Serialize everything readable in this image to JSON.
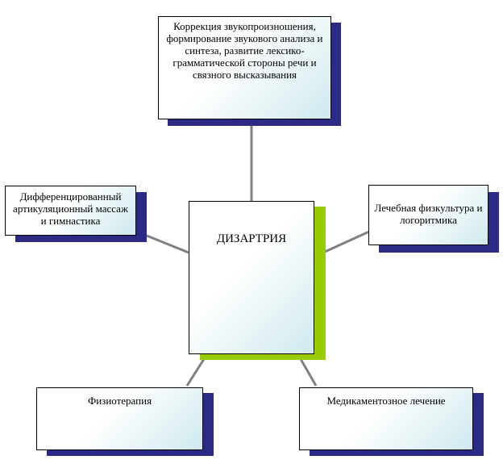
{
  "diagram": {
    "center": {
      "label": "ДИЗАРТРИЯ"
    },
    "nodes": {
      "top": {
        "label": "Коррекция звукопроизношения, формирование звукового анализа и синтеза, развитие лексико-грамматической стороны речи и связного высказывания"
      },
      "left": {
        "label": "Дифференцированный артикуляционный массаж и гимнастика"
      },
      "right": {
        "label": "Лечебная физкультура и логоритмика"
      },
      "bottom_left": {
        "label": "Физиотерапия"
      },
      "bottom_right": {
        "label": "Медикаментозное лечение"
      }
    },
    "colors": {
      "box_shadow": "#2b2b86",
      "center_shadow": "#99cc00",
      "connector": "#808080",
      "gradient_end": "#cfe9ee"
    }
  }
}
